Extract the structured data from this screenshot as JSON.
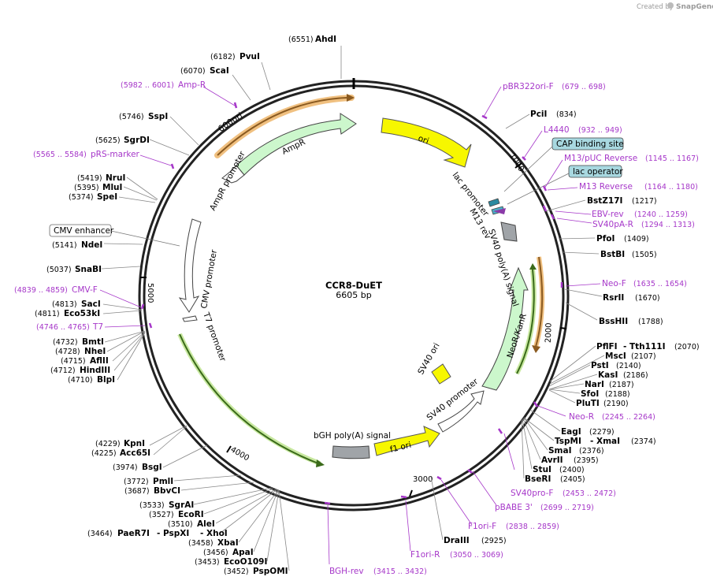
{
  "branding": {
    "prefix": "Created by",
    "name": "SnapGene"
  },
  "plasmid": {
    "name": "CCR8-DuET",
    "size_label": "6605 bp"
  },
  "ticks": [
    "1000",
    "2000",
    "3000",
    "4000",
    "5000",
    "600ori"
  ],
  "enzymes": [
    {
      "name": "AhdI",
      "pos": "(6551)"
    },
    {
      "name": "PvuI",
      "pos": "(6182)"
    },
    {
      "name": "ScaI",
      "pos": "(6070)"
    },
    {
      "name": "SspI",
      "pos": "(5746)"
    },
    {
      "name": "SgrDI",
      "pos": "(5625)"
    },
    {
      "name": "NruI",
      "pos": "(5419)"
    },
    {
      "name": "MluI",
      "pos": "(5395)"
    },
    {
      "name": "SpeI",
      "pos": "(5374)"
    },
    {
      "name": "NdeI",
      "pos": "(5141)"
    },
    {
      "name": "SnaBI",
      "pos": "(5037)"
    },
    {
      "name": "SacI",
      "pos": "(4813)"
    },
    {
      "name": "Eco53kI",
      "pos": "(4811)"
    },
    {
      "name": "BmtI",
      "pos": "(4732)"
    },
    {
      "name": "NheI",
      "pos": "(4728)"
    },
    {
      "name": "AflII",
      "pos": "(4715)"
    },
    {
      "name": "HindIII",
      "pos": "(4712)"
    },
    {
      "name": "BlpI",
      "pos": "(4710)"
    },
    {
      "name": "KpnI",
      "pos": "(4229)"
    },
    {
      "name": "Acc65I",
      "pos": "(4225)"
    },
    {
      "name": "BsgI",
      "pos": "(3974)"
    },
    {
      "name": "PmlI",
      "pos": "(3772)"
    },
    {
      "name": "BbvCI",
      "pos": "(3687)"
    },
    {
      "name": "SgrAI",
      "pos": "(3533)"
    },
    {
      "name": "EcoRI",
      "pos": "(3527)"
    },
    {
      "name": "AleI",
      "pos": "(3510)"
    },
    {
      "name": "PaeR7I",
      "pos": "(3464)"
    },
    {
      "name": "PspXI",
      "pos": ""
    },
    {
      "name": "XhoI",
      "pos": ""
    },
    {
      "name": "XbaI",
      "pos": "(3458)"
    },
    {
      "name": "ApaI",
      "pos": "(3456)"
    },
    {
      "name": "EcoO109I",
      "pos": "(3453)"
    },
    {
      "name": "PspOMI",
      "pos": "(3452)"
    },
    {
      "name": "PciI",
      "pos": "(834)"
    },
    {
      "name": "BstZ17I",
      "pos": "(1217)"
    },
    {
      "name": "PfoI",
      "pos": "(1409)"
    },
    {
      "name": "BstBI",
      "pos": "(1505)"
    },
    {
      "name": "RsrII",
      "pos": "(1670)"
    },
    {
      "name": "BssHII",
      "pos": "(1788)"
    },
    {
      "name": "PflFI",
      "pos": ""
    },
    {
      "name": "Tth111I",
      "pos": "(2070)"
    },
    {
      "name": "MscI",
      "pos": "(2107)"
    },
    {
      "name": "PstI",
      "pos": "(2140)"
    },
    {
      "name": "KasI",
      "pos": "(2186)"
    },
    {
      "name": "NarI",
      "pos": "(2187)"
    },
    {
      "name": "SfoI",
      "pos": "(2188)"
    },
    {
      "name": "PluTI",
      "pos": "(2190)"
    },
    {
      "name": "EagI",
      "pos": "(2279)"
    },
    {
      "name": "TspMI",
      "pos": ""
    },
    {
      "name": "XmaI",
      "pos": "(2374)"
    },
    {
      "name": "SmaI",
      "pos": "(2376)"
    },
    {
      "name": "AvrII",
      "pos": "(2395)"
    },
    {
      "name": "StuI",
      "pos": "(2400)"
    },
    {
      "name": "BseRI",
      "pos": "(2405)"
    },
    {
      "name": "DraIII",
      "pos": "(2925)"
    }
  ],
  "primers": [
    {
      "name": "Amp-R",
      "pos": "(5982 .. 6001)"
    },
    {
      "name": "pRS-marker",
      "pos": "(5565 .. 5584)"
    },
    {
      "name": "CMV-F",
      "pos": "(4839 .. 4859)"
    },
    {
      "name": "T7",
      "pos": "(4746 .. 4765)"
    },
    {
      "name": "BGH-rev",
      "pos": "(3415 .. 3432)"
    },
    {
      "name": "pBR322ori-F",
      "pos": "(679 .. 698)"
    },
    {
      "name": "L4440",
      "pos": "(932 .. 949)"
    },
    {
      "name": "M13/pUC Reverse",
      "pos": "(1145 .. 1167)"
    },
    {
      "name": "M13 Reverse",
      "pos": "(1164 .. 1180)"
    },
    {
      "name": "EBV-rev",
      "pos": "(1240 .. 1259)"
    },
    {
      "name": "SV40pA-R",
      "pos": "(1294 .. 1313)"
    },
    {
      "name": "Neo-F",
      "pos": "(1635 .. 1654)"
    },
    {
      "name": "Neo-R",
      "pos": "(2245 .. 2264)"
    },
    {
      "name": "SV40pro-F",
      "pos": "(2453 .. 2472)"
    },
    {
      "name": "pBABE 3'",
      "pos": "(2699 .. 2719)"
    },
    {
      "name": "F1ori-F",
      "pos": "(2838 .. 2859)"
    },
    {
      "name": "F1ori-R",
      "pos": "(3050 .. 3069)"
    }
  ],
  "boxed_features": [
    "CAP binding site",
    "lac operator",
    "CMV enhancer"
  ],
  "features": [
    "ori",
    "AmpR",
    "AmpR promoter",
    "CMV promoter",
    "T7 promoter",
    "bGH poly(A) signal",
    "f1 ori",
    "SV40 promoter",
    "SV40 ori",
    "NeoR/KanR",
    "SV40 poly(A) signal",
    "lac promoter",
    "M13 rev"
  ],
  "colors": {
    "primer": "#a637c9",
    "ori": "#f7f700",
    "resistance": "#ccf7cc",
    "promoter": "#ffffff",
    "polyA": "#a0a4a8",
    "box": "#a8d8e0"
  }
}
